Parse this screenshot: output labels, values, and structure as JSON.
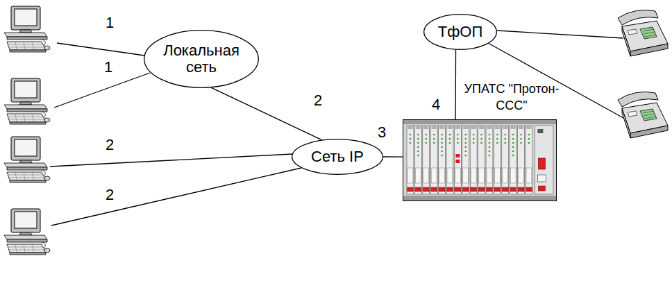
{
  "diagram": {
    "nodes": [
      {
        "text": [
          "Локальная сеть"
        ]
      },
      {
        "text": [
          "Сеть IP"
        ]
      },
      {
        "text": [
          "ТфОП"
        ]
      },
      {
        "text": [
          "УПАТС \"Протон-ССС\""
        ]
      }
    ],
    "edges": [
      {
        "from": 0,
        "to": 1,
        "arrow": "none",
        "label": "2"
      },
      {
        "from": 1,
        "to": 3,
        "arrow": "none",
        "label": "3"
      },
      {
        "from": 2,
        "to": 3,
        "arrow": "none",
        "label": "4"
      }
    ],
    "labels": [
      "1",
      "1",
      "2",
      "2"
    ]
  }
}
